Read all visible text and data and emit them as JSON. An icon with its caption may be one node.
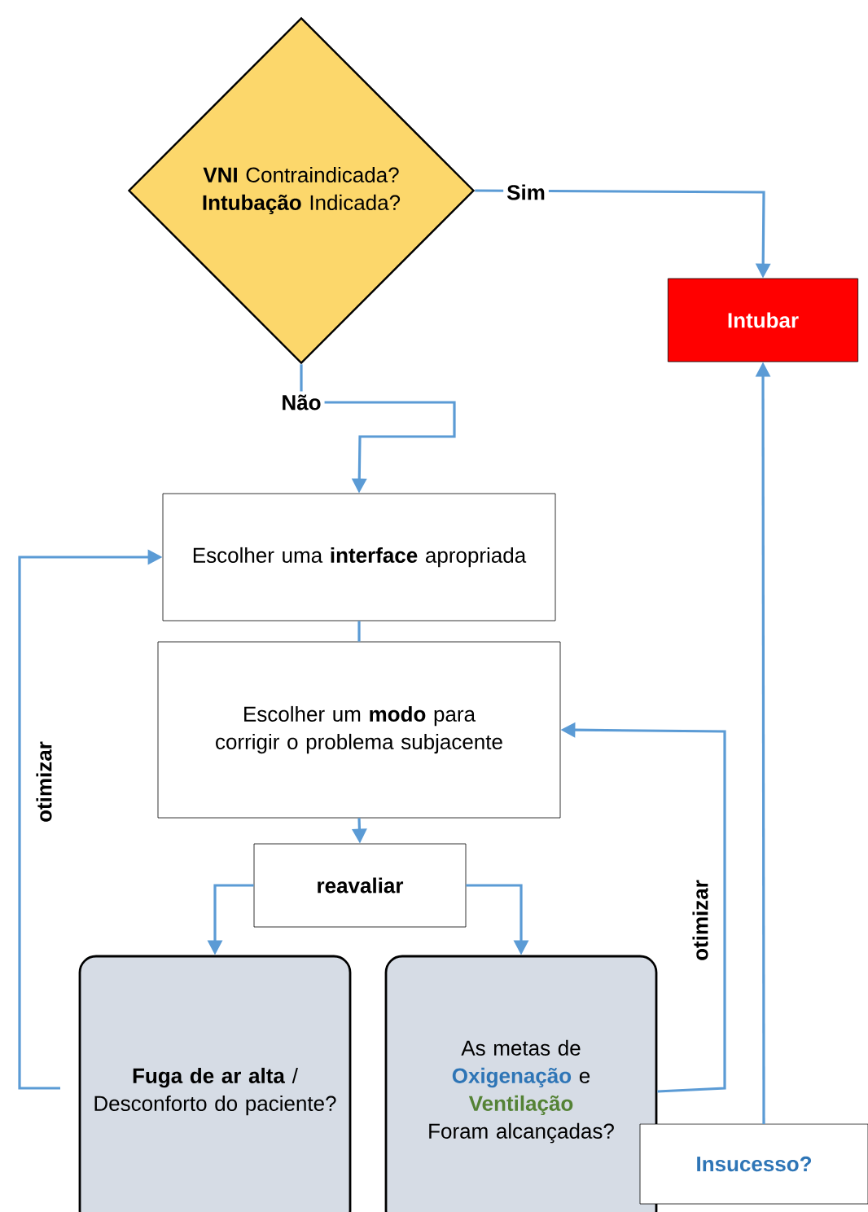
{
  "diagram": {
    "nodes": [
      {
        "text": [
          "**VNI** Contraindicada? **Intubação** Indicada?"
        ]
      },
      {
        "text": [
          "Intubar"
        ]
      },
      {
        "text": [
          "Escolher uma **interface** apropriada"
        ]
      },
      {
        "text": [
          "Escolher um **modo** para corrigir o problema subjacente"
        ]
      },
      {
        "text": [
          "reavaliar"
        ]
      },
      {
        "text": [
          "**Fuga de ar alta** / Desconforto do paciente?"
        ]
      },
      {
        "text": [
          "As metas de",
          "Oxigenação",
          "e",
          "Ventilação",
          "Foram alcançadas?"
        ]
      },
      {
        "text": [
          "Insucesso?"
        ]
      }
    ],
    "edges": [
      {
        "from": 0,
        "to": 1,
        "arrow": "to",
        "label": "Sim"
      },
      {
        "from": 0,
        "to": 2,
        "arrow": "to",
        "label": "Não"
      },
      {
        "from": 2,
        "to": 3,
        "arrow": "none"
      },
      {
        "from": 3,
        "to": 4,
        "arrow": "to"
      },
      {
        "from": 4,
        "to": 5,
        "arrow": "to"
      },
      {
        "from": 4,
        "to": 6,
        "arrow": "to"
      },
      {
        "from": 5,
        "to": 2,
        "arrow": "to",
        "label": "otimizar"
      },
      {
        "from": 6,
        "to": 3,
        "arrow": "to",
        "label": "otimizar"
      },
      {
        "from": 7,
        "to": 1,
        "arrow": "to"
      }
    ]
  }
}
